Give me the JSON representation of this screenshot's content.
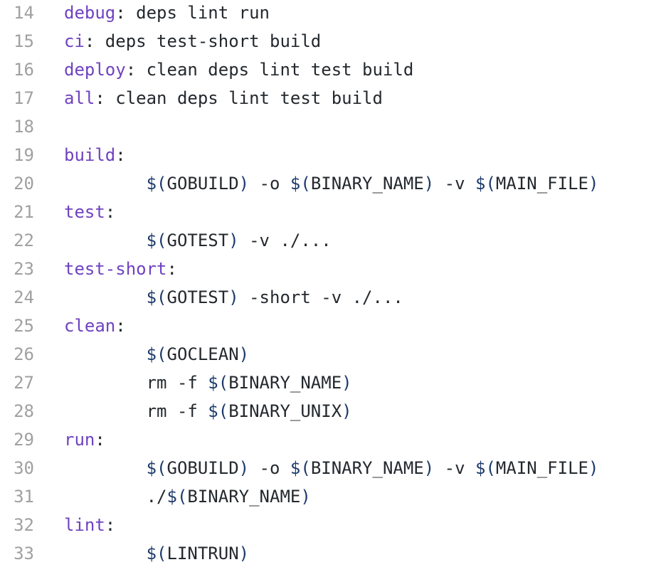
{
  "colors": {
    "target": "#6f42c1",
    "variable": "#1c3a6b",
    "text": "#24292e",
    "line_number": "#a0a0a0"
  },
  "lines": [
    {
      "n": "14",
      "tokens": [
        [
          "target",
          "debug"
        ],
        [
          "text",
          ": deps lint run"
        ]
      ]
    },
    {
      "n": "15",
      "tokens": [
        [
          "target",
          "ci"
        ],
        [
          "text",
          ": deps test-short build"
        ]
      ]
    },
    {
      "n": "16",
      "tokens": [
        [
          "target",
          "deploy"
        ],
        [
          "text",
          ": clean deps lint test build"
        ]
      ]
    },
    {
      "n": "17",
      "tokens": [
        [
          "target",
          "all"
        ],
        [
          "text",
          ": clean deps lint test build"
        ]
      ]
    },
    {
      "n": "18",
      "tokens": []
    },
    {
      "n": "19",
      "tokens": [
        [
          "target",
          "build"
        ],
        [
          "text",
          ":"
        ]
      ]
    },
    {
      "n": "20",
      "tokens": [
        [
          "text",
          "        "
        ],
        [
          "var",
          "$("
        ],
        [
          "text",
          "GOBUILD"
        ],
        [
          "var",
          ")"
        ],
        [
          "text",
          " -o "
        ],
        [
          "var",
          "$("
        ],
        [
          "text",
          "BINARY_NAME"
        ],
        [
          "var",
          ")"
        ],
        [
          "text",
          " -v "
        ],
        [
          "var",
          "$("
        ],
        [
          "text",
          "MAIN_FILE"
        ],
        [
          "var",
          ")"
        ]
      ]
    },
    {
      "n": "21",
      "tokens": [
        [
          "target",
          "test"
        ],
        [
          "text",
          ":"
        ]
      ]
    },
    {
      "n": "22",
      "tokens": [
        [
          "text",
          "        "
        ],
        [
          "var",
          "$("
        ],
        [
          "text",
          "GOTEST"
        ],
        [
          "var",
          ")"
        ],
        [
          "text",
          " -v ./..."
        ]
      ]
    },
    {
      "n": "23",
      "tokens": [
        [
          "target",
          "test-short"
        ],
        [
          "text",
          ":"
        ]
      ]
    },
    {
      "n": "24",
      "tokens": [
        [
          "text",
          "        "
        ],
        [
          "var",
          "$("
        ],
        [
          "text",
          "GOTEST"
        ],
        [
          "var",
          ")"
        ],
        [
          "text",
          " -short -v ./..."
        ]
      ]
    },
    {
      "n": "25",
      "tokens": [
        [
          "target",
          "clean"
        ],
        [
          "text",
          ":"
        ]
      ]
    },
    {
      "n": "26",
      "tokens": [
        [
          "text",
          "        "
        ],
        [
          "var",
          "$("
        ],
        [
          "text",
          "GOCLEAN"
        ],
        [
          "var",
          ")"
        ]
      ]
    },
    {
      "n": "27",
      "tokens": [
        [
          "text",
          "        rm -f "
        ],
        [
          "var",
          "$("
        ],
        [
          "text",
          "BINARY_NAME"
        ],
        [
          "var",
          ")"
        ]
      ]
    },
    {
      "n": "28",
      "tokens": [
        [
          "text",
          "        rm -f "
        ],
        [
          "var",
          "$("
        ],
        [
          "text",
          "BINARY_UNIX"
        ],
        [
          "var",
          ")"
        ]
      ]
    },
    {
      "n": "29",
      "tokens": [
        [
          "target",
          "run"
        ],
        [
          "text",
          ":"
        ]
      ]
    },
    {
      "n": "30",
      "tokens": [
        [
          "text",
          "        "
        ],
        [
          "var",
          "$("
        ],
        [
          "text",
          "GOBUILD"
        ],
        [
          "var",
          ")"
        ],
        [
          "text",
          " -o "
        ],
        [
          "var",
          "$("
        ],
        [
          "text",
          "BINARY_NAME"
        ],
        [
          "var",
          ")"
        ],
        [
          "text",
          " -v "
        ],
        [
          "var",
          "$("
        ],
        [
          "text",
          "MAIN_FILE"
        ],
        [
          "var",
          ")"
        ]
      ]
    },
    {
      "n": "31",
      "tokens": [
        [
          "text",
          "        ./"
        ],
        [
          "var",
          "$("
        ],
        [
          "text",
          "BINARY_NAME"
        ],
        [
          "var",
          ")"
        ]
      ]
    },
    {
      "n": "32",
      "tokens": [
        [
          "target",
          "lint"
        ],
        [
          "text",
          ":"
        ]
      ]
    },
    {
      "n": "33",
      "tokens": [
        [
          "text",
          "        "
        ],
        [
          "var",
          "$("
        ],
        [
          "text",
          "LINTRUN"
        ],
        [
          "var",
          ")"
        ]
      ]
    }
  ]
}
